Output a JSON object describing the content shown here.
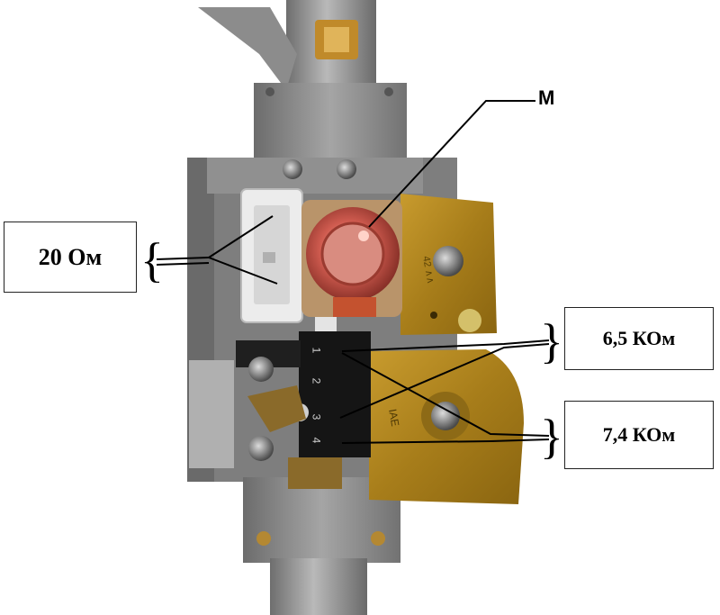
{
  "labels": {
    "m": "М",
    "resistance_coil": "20 Ом",
    "resistance_1": "6,5 КОм",
    "resistance_2": "7,4 КОм"
  },
  "terminals": [
    "1",
    "2",
    "3",
    "4"
  ],
  "colors": {
    "background": "#ffffff",
    "valve_body": "#8e8e8e",
    "bracket": "#b08a1e",
    "connector": "#e9e9e9",
    "magnet_coil": "#c9483c",
    "terminal_block": "#161616",
    "line": "#000000"
  }
}
